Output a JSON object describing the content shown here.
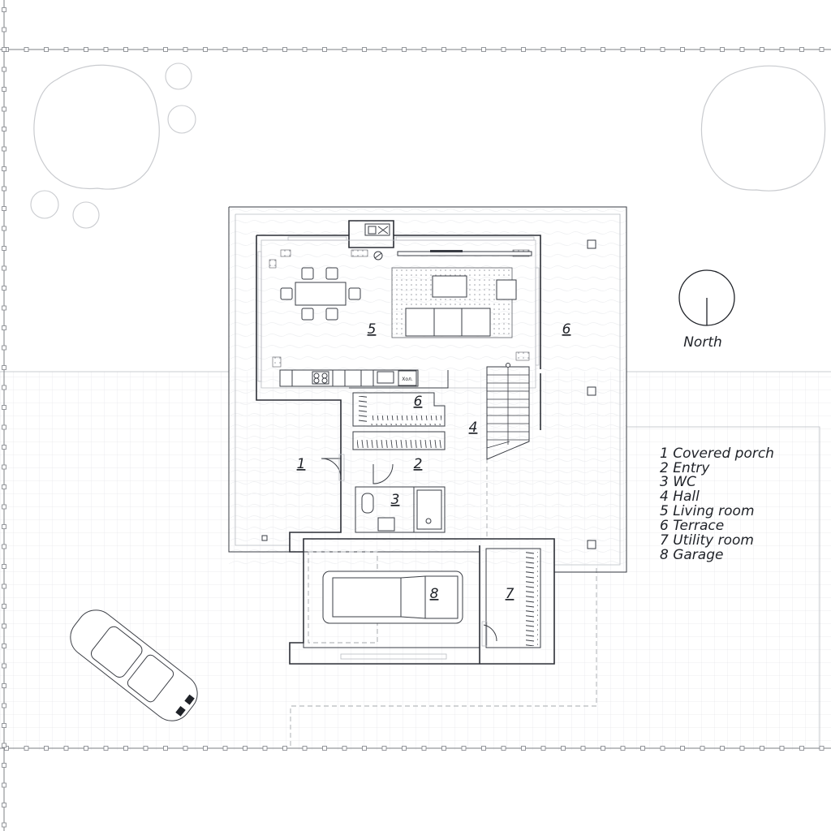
{
  "north_label": "North",
  "rooms": [
    {
      "id": "room-1",
      "number": "1"
    },
    {
      "id": "room-2",
      "number": "2"
    },
    {
      "id": "room-3",
      "number": "3"
    },
    {
      "id": "room-4",
      "number": "4"
    },
    {
      "id": "room-5",
      "number": "5"
    },
    {
      "id": "room-6-terrace",
      "number": "6"
    },
    {
      "id": "room-6-closet",
      "number": "6"
    },
    {
      "id": "room-7",
      "number": "7"
    },
    {
      "id": "room-8",
      "number": "8"
    }
  ],
  "legend": [
    "1 Covered porch",
    "2 Entry",
    "3 WC",
    "4 Hall",
    "5 Living room",
    "6 Terrace",
    "7 Utility room",
    "8 Garage"
  ],
  "fixture_labels": {
    "fridge": "Хол."
  },
  "colors": {
    "line": "#2c2f36",
    "light_line": "#b9bcc2",
    "text": "#1f2228"
  }
}
